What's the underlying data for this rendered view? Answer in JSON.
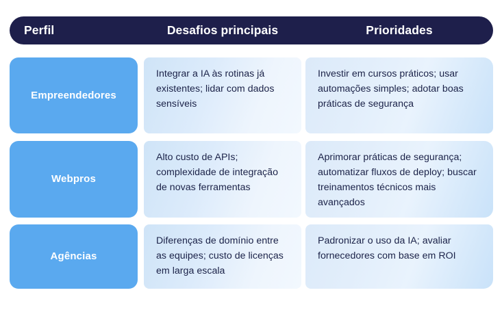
{
  "colors": {
    "header_bg": "#1e1f4b",
    "profile_card": "#5aa9ef",
    "cell_bg_light": "#e6f1fc",
    "body_text": "#1b2248",
    "header_text": "#ffffff",
    "page_bg": "#ffffff"
  },
  "table": {
    "headers": [
      {
        "label": "Perfil"
      },
      {
        "label": "Desafios principais"
      },
      {
        "label": "Prioridades"
      }
    ],
    "rows": [
      {
        "profile": "Empreendedores",
        "challenges": "Integrar a IA às rotinas já existentes; lidar com dados sensíveis",
        "priorities": "Investir em cursos práticos; usar automações simples; adotar boas práticas de segurança"
      },
      {
        "profile": "Webpros",
        "challenges": "Alto custo de APIs; complexidade de integração de novas ferramentas",
        "priorities": "Aprimorar práticas de segurança; automatizar fluxos de deploy; buscar treinamentos técnicos mais avançados"
      },
      {
        "profile": "Agências",
        "challenges": "Diferenças de domínio entre as equipes; custo de licenças em larga escala",
        "priorities": "Padronizar o uso da IA; avaliar fornecedores com base em ROI"
      }
    ]
  }
}
